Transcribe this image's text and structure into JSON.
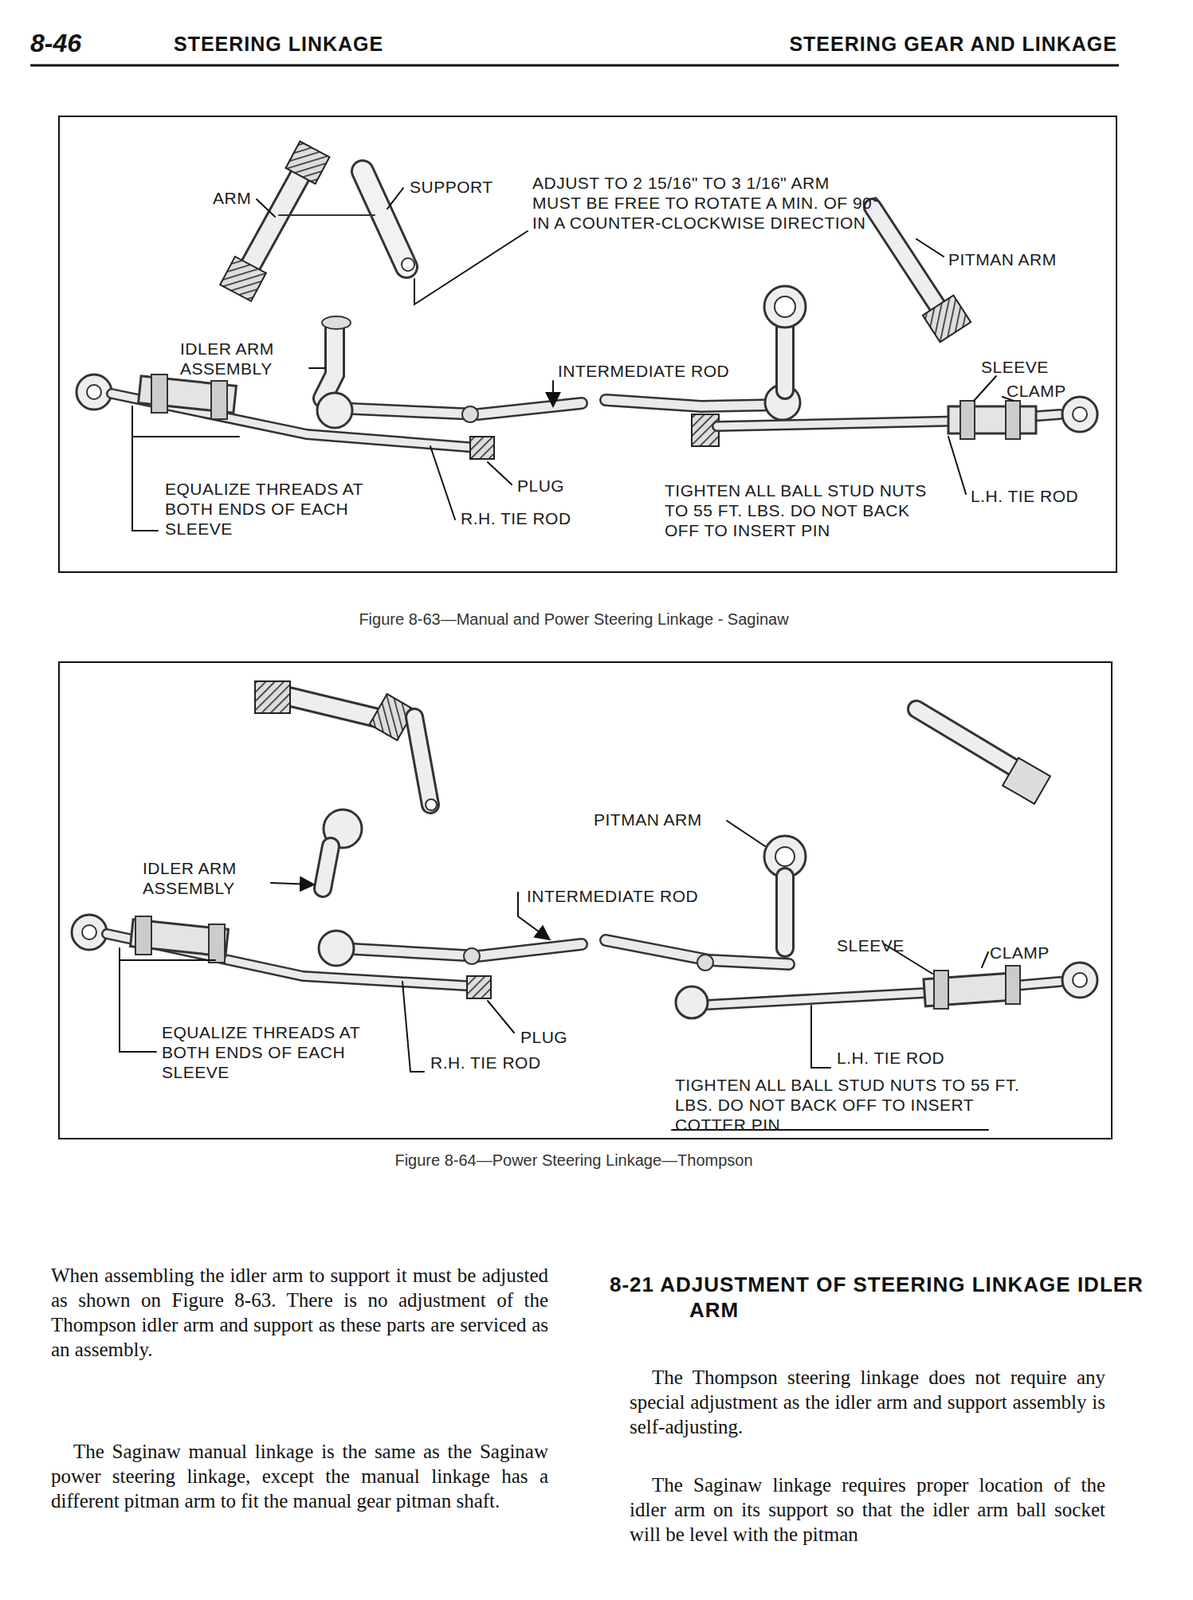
{
  "diagram": {
    "nodes": [
      {
        "text": [
          "ARM",
          "SUPPORT",
          "ADJUST TO 2 15/16\" TO 3 1/16\" ARM MUST BE FREE TO ROTATE A MIN. OF 90° IN A COUNTER-CLOCKWISE DIRECTION",
          "PITMAN ARM",
          "IDLER ARM ASSEMBLY",
          "INTERMEDIATE ROD",
          "SLEEVE",
          "CLAMP",
          "EQUALIZE THREADS AT BOTH ENDS OF EACH SLEEVE",
          "PLUG",
          "R.H. TIE ROD",
          "TIGHTEN ALL BALL STUD NUTS TO 55 FT. LBS. DO NOT BACK OFF TO INSERT PIN",
          "L.H. TIE ROD"
        ]
      },
      {
        "text": [
          "PITMAN ARM",
          "IDLER ARM ASSEMBLY",
          "INTERMEDIATE ROD",
          "SLEEVE",
          "CLAMP",
          "EQUALIZE THREADS AT BOTH ENDS OF EACH SLEEVE",
          "PLUG",
          "R.H. TIE ROD",
          "L.H. TIE ROD",
          "TIGHTEN ALL BALL STUD NUTS TO 55 FT. LBS. DO NOT BACK OFF TO INSERT COTTER PIN"
        ]
      }
    ],
    "labels": [
      "8-46",
      "STEERING LINKAGE",
      "STEERING GEAR AND LINKAGE",
      "Figure 8-63—Manual and Power Steering Linkage - Saginaw",
      "Figure 8-64—Power Steering Linkage—Thompson",
      "When assembling the idler arm to support it must be adjusted as shown on Figure 8-63. There is no adjustment of the Thompson idler arm and support as these parts are serviced as an assembly.",
      "The Saginaw manual linkage is the same as the Saginaw power steering linkage, except the manual linkage has a different pitman arm to fit the manual gear pitman shaft.",
      "8-21 ADJUSTMENT OF STEERING LINKAGE IDLER ARM",
      "The Thompson steering linkage does not require any special adjustment as the idler arm and support assembly is self-adjusting.",
      "The Saginaw linkage requires proper location of the idler arm on its support so that the idler arm ball socket will be level with the pitman"
    ]
  }
}
